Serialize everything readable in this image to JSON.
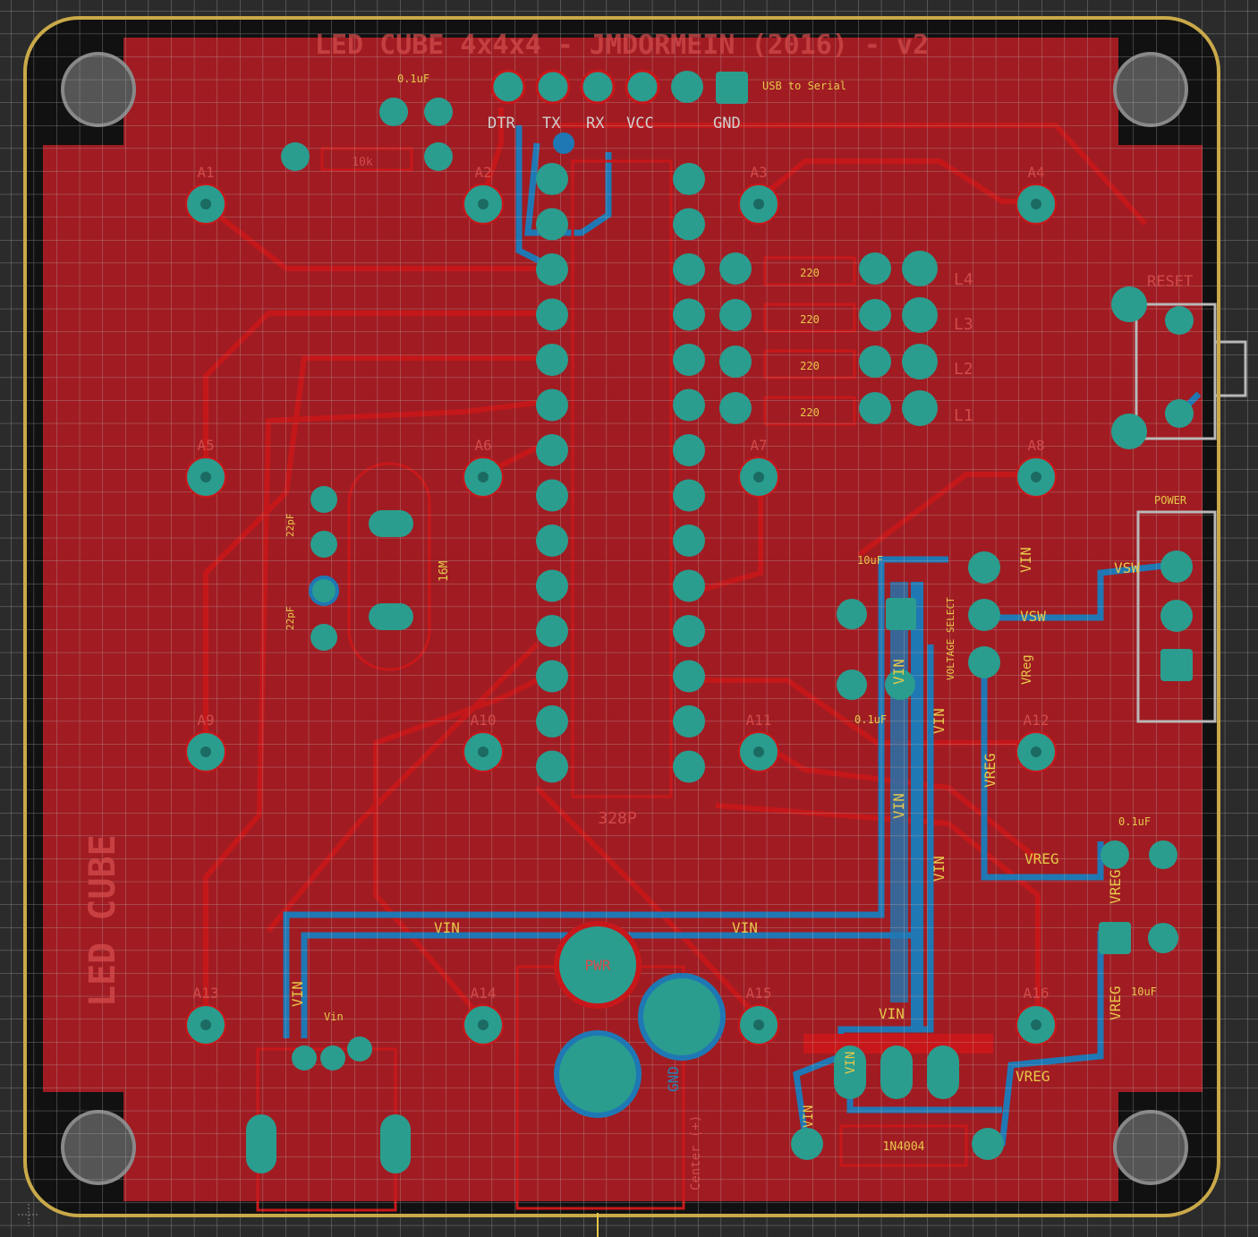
{
  "colors": {
    "background": "#2b2b2b",
    "grid": "#bdbdbd",
    "board_outline": "#c9a949",
    "top_copper": "#a01c22",
    "trace_top": "#c21a1a",
    "trace_bottom": "#1f78b4",
    "pad": "#2a9d8f",
    "silk": "#b8b8b8",
    "label_yellow": "#e6c84a"
  },
  "title": "LED CUBE 4x4x4 - JMDORMEIN (2016) - v2",
  "side_label": "LED CUBE",
  "header": {
    "note": "USB to Serial",
    "pins": [
      "DTR",
      "TX",
      "RX",
      "VCC",
      "",
      "GND"
    ]
  },
  "components": {
    "mcu": "328P",
    "cap_top": "0.1uF",
    "res_top": "10k",
    "crystal": "16M",
    "cap_22a": "22pF",
    "cap_22b": "22pF",
    "res_layers": [
      "220",
      "220",
      "220",
      "220"
    ],
    "layers": [
      "L4",
      "L3",
      "L2",
      "L1"
    ],
    "reset": "RESET",
    "power": "POWER",
    "cap_10uf": "10uF",
    "cap_01_mid": "0.1uF",
    "cap_01_right": "0.1uF",
    "cap_10uf_b": "10uF",
    "regulator_block": "VOLTAGE SELECT",
    "diode": "1N4004",
    "dc_jack": "Center (+)",
    "center_circle": "PWR",
    "gnd_label": "GND",
    "vin_small": "Vin"
  },
  "anodes": [
    "A1",
    "A2",
    "A3",
    "A4",
    "A5",
    "A6",
    "A7",
    "A8",
    "A9",
    "A10",
    "A11",
    "A12",
    "A13",
    "A14",
    "A15",
    "A16"
  ],
  "net_labels": {
    "vin": "VIN",
    "vsw": "VSW",
    "vreg": "VREG",
    "vreg_short": "VReg"
  }
}
